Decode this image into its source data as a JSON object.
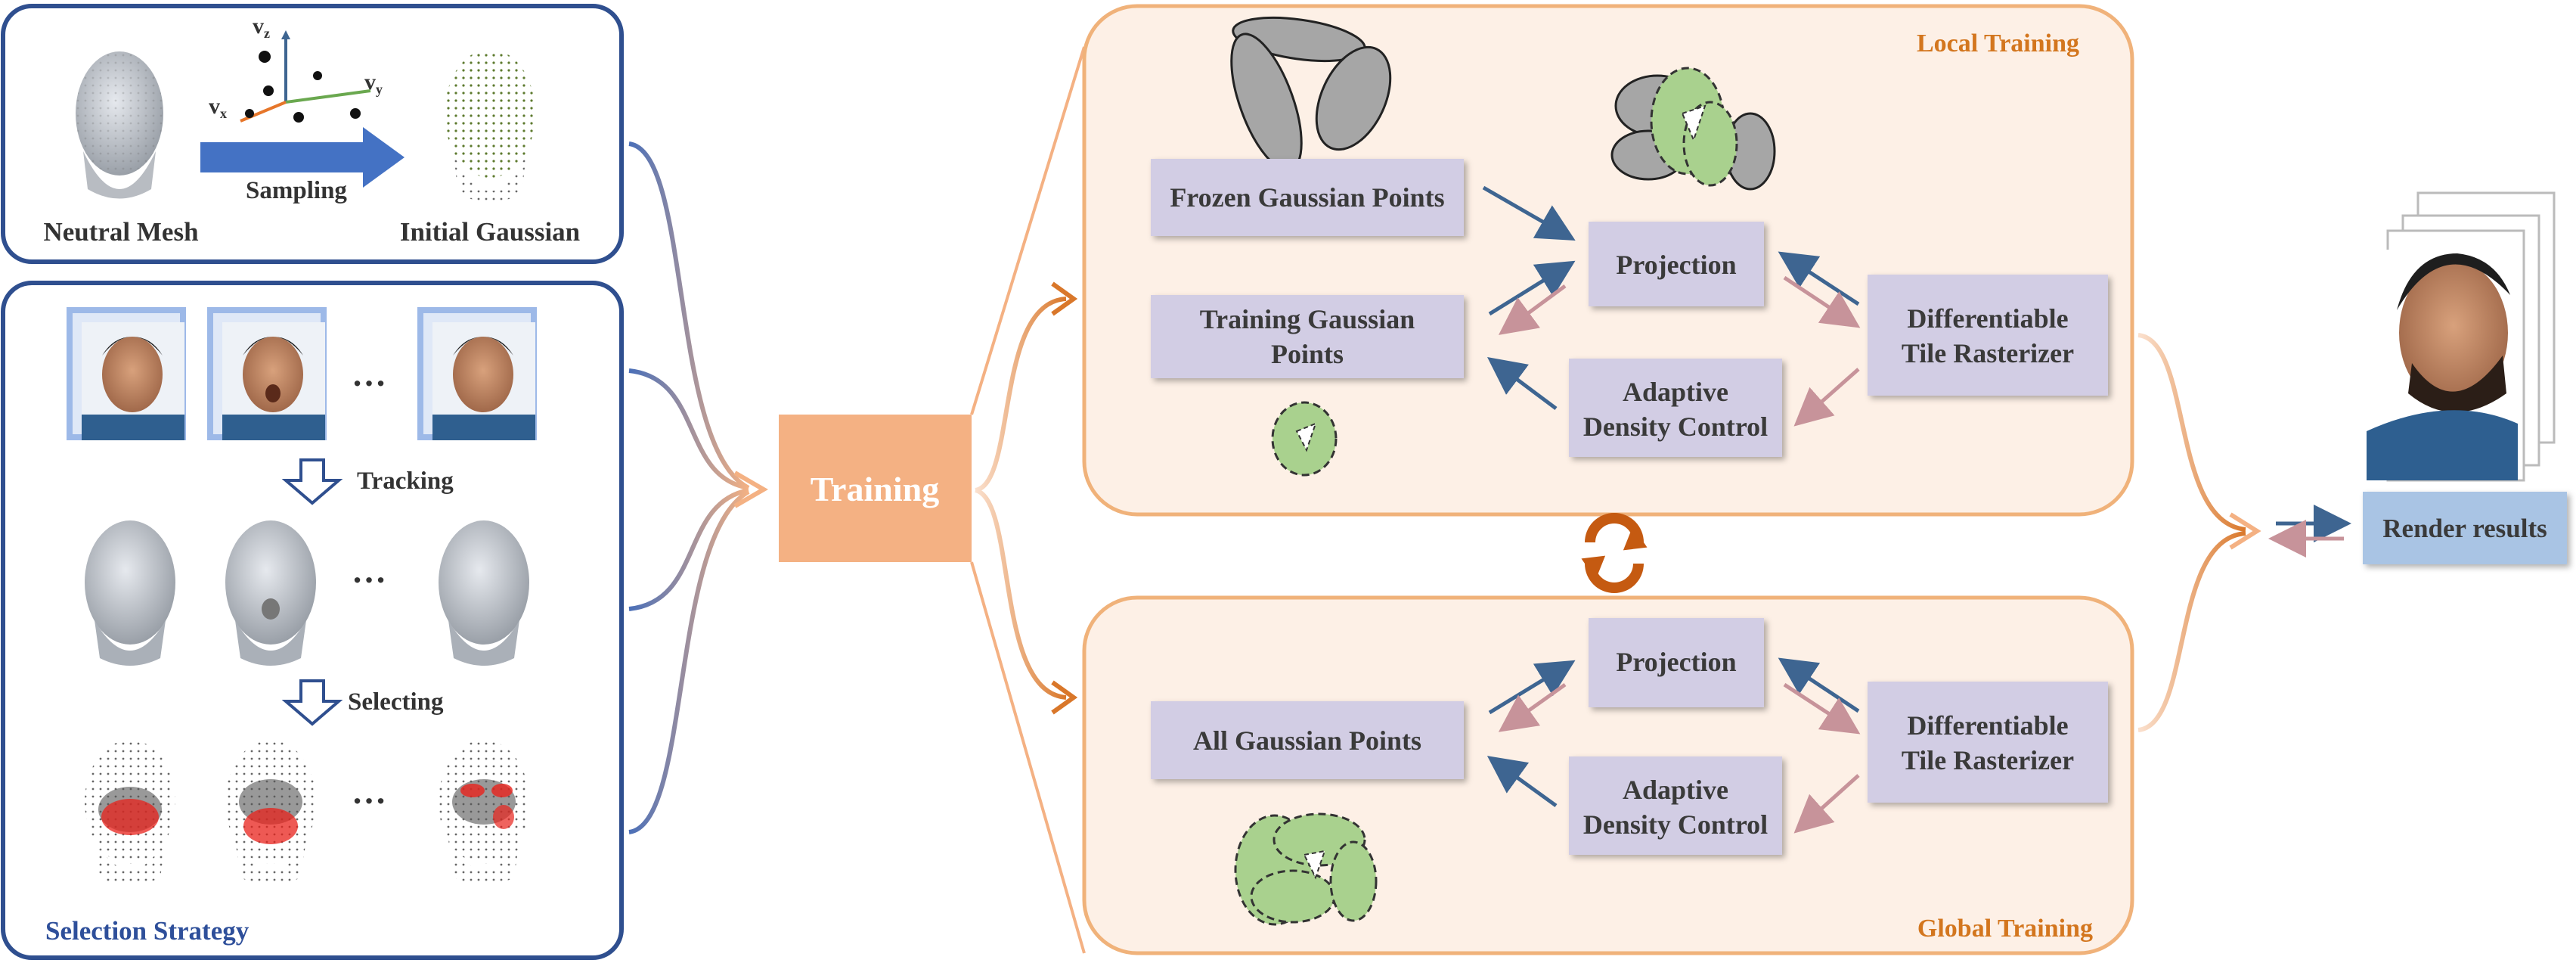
{
  "left_panel": {
    "neutral_mesh_label": "Neutral Mesh",
    "initial_gaussian_label": "Initial Gaussian",
    "sampling_label": "Sampling",
    "axis_z": "v",
    "axis_z_sub": "z",
    "axis_y": "v",
    "axis_y_sub": "y",
    "axis_x": "v",
    "axis_x_sub": "x",
    "tracking_label": "Tracking",
    "selecting_label": "Selecting",
    "ellipsis": "…",
    "selection_strategy_label": "Selection Strategy"
  },
  "center": {
    "training_label": "Training"
  },
  "local_panel": {
    "title": "Local Training",
    "frozen_points": "Frozen Gaussian Points",
    "training_points_line1": "Training Gaussian",
    "training_points_line2": "Points",
    "projection": "Projection",
    "rasterizer_line1": "Differentiable",
    "rasterizer_line2": "Tile Rasterizer",
    "density_line1": "Adaptive",
    "density_line2": "Density Control"
  },
  "global_panel": {
    "title": "Global Training",
    "all_points": "All Gaussian Points",
    "projection": "Projection",
    "rasterizer_line1": "Differentiable",
    "rasterizer_line2": "Tile Rasterizer",
    "density_line1": "Adaptive",
    "density_line2": "Density Control"
  },
  "output": {
    "render_results": "Render results"
  },
  "colors": {
    "panel_border": "#2f4f8f",
    "training_box": "#f4b183",
    "training_panel_fill": "#fdf0e6",
    "training_panel_border": "#f0b27a",
    "process_box": "#d2cde4",
    "render_box": "#a9c4e4",
    "arrow_blue": "#3e6591",
    "arrow_pink": "#c7939a",
    "title_orange": "#d3761e",
    "strategy_blue": "#2e4f9a",
    "gaussian_green": "#a9d18e"
  }
}
